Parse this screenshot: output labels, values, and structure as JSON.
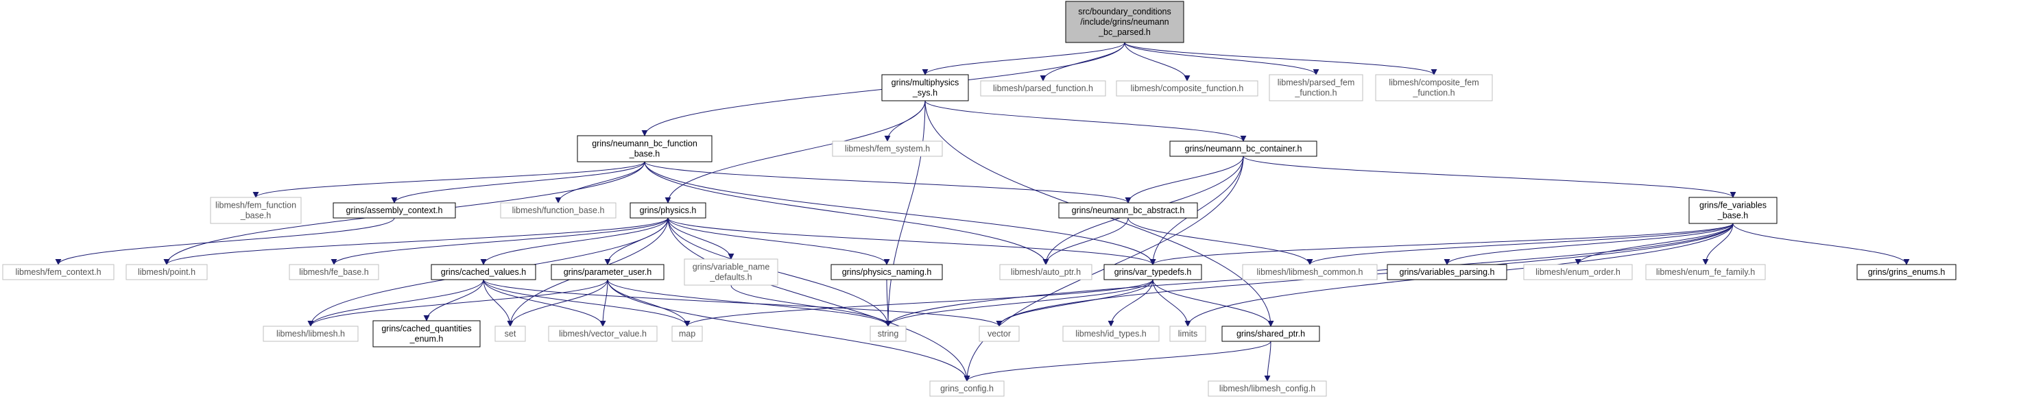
{
  "colors": {
    "edge": "#191970",
    "root_fill": "#bfbfbf",
    "box_border": "#000000",
    "lib_border": "#bfbfbf"
  },
  "nodes": {
    "root": {
      "lines": [
        "src/boundary_conditions",
        "/include/grins/neumann",
        "_bc_parsed.h"
      ]
    },
    "multiphysics": {
      "lines": [
        "grins/multiphysics",
        "_sys.h"
      ]
    },
    "parsed_function": {
      "lines": [
        "libmesh/parsed_function.h"
      ]
    },
    "composite_function": {
      "lines": [
        "libmesh/composite_function.h"
      ]
    },
    "parsed_fem_function": {
      "lines": [
        "libmesh/parsed_fem",
        "_function.h"
      ]
    },
    "composite_fem_function": {
      "lines": [
        "libmesh/composite_fem",
        "_function.h"
      ]
    },
    "neumann_fn_base": {
      "lines": [
        "grins/neumann_bc_function",
        "_base.h"
      ]
    },
    "fem_system": {
      "lines": [
        "libmesh/fem_system.h"
      ]
    },
    "neumann_container": {
      "lines": [
        "grins/neumann_bc_container.h"
      ]
    },
    "fem_function_base": {
      "lines": [
        "libmesh/fem_function",
        "_base.h"
      ]
    },
    "assembly_context": {
      "lines": [
        "grins/assembly_context.h"
      ]
    },
    "function_base": {
      "lines": [
        "libmesh/function_base.h"
      ]
    },
    "physics": {
      "lines": [
        "grins/physics.h"
      ]
    },
    "neumann_abstract": {
      "lines": [
        "grins/neumann_bc_abstract.h"
      ]
    },
    "fe_variables_base": {
      "lines": [
        "grins/fe_variables",
        "_base.h"
      ]
    },
    "fem_context": {
      "lines": [
        "libmesh/fem_context.h"
      ]
    },
    "point": {
      "lines": [
        "libmesh/point.h"
      ]
    },
    "fe_base": {
      "lines": [
        "libmesh/fe_base.h"
      ]
    },
    "cached_values": {
      "lines": [
        "grins/cached_values.h"
      ]
    },
    "parameter_user": {
      "lines": [
        "grins/parameter_user.h"
      ]
    },
    "variable_name_defaults": {
      "lines": [
        "grins/variable_name",
        "_defaults.h"
      ]
    },
    "physics_naming": {
      "lines": [
        "grins/physics_naming.h"
      ]
    },
    "auto_ptr": {
      "lines": [
        "libmesh/auto_ptr.h"
      ]
    },
    "var_typedefs": {
      "lines": [
        "grins/var_typedefs.h"
      ]
    },
    "libmesh_common": {
      "lines": [
        "libmesh/libmesh_common.h"
      ]
    },
    "variables_parsing": {
      "lines": [
        "grins/variables_parsing.h"
      ]
    },
    "enum_order": {
      "lines": [
        "libmesh/enum_order.h"
      ]
    },
    "enum_fe_family": {
      "lines": [
        "libmesh/enum_fe_family.h"
      ]
    },
    "grins_enums": {
      "lines": [
        "grins/grins_enums.h"
      ]
    },
    "libmesh_h": {
      "lines": [
        "libmesh/libmesh.h"
      ]
    },
    "set": {
      "lines": [
        "set"
      ]
    },
    "cached_quantities_enum": {
      "lines": [
        "grins/cached_quantities",
        "_enum.h"
      ]
    },
    "vector_value": {
      "lines": [
        "libmesh/vector_value.h"
      ]
    },
    "map": {
      "lines": [
        "map"
      ]
    },
    "string": {
      "lines": [
        "string"
      ]
    },
    "vector": {
      "lines": [
        "vector"
      ]
    },
    "id_types": {
      "lines": [
        "libmesh/id_types.h"
      ]
    },
    "limits": {
      "lines": [
        "limits"
      ]
    },
    "shared_ptr": {
      "lines": [
        "grins/shared_ptr.h"
      ]
    },
    "grins_config": {
      "lines": [
        "grins_config.h"
      ]
    },
    "libmesh_config": {
      "lines": [
        "libmesh/libmesh_config.h"
      ]
    }
  }
}
